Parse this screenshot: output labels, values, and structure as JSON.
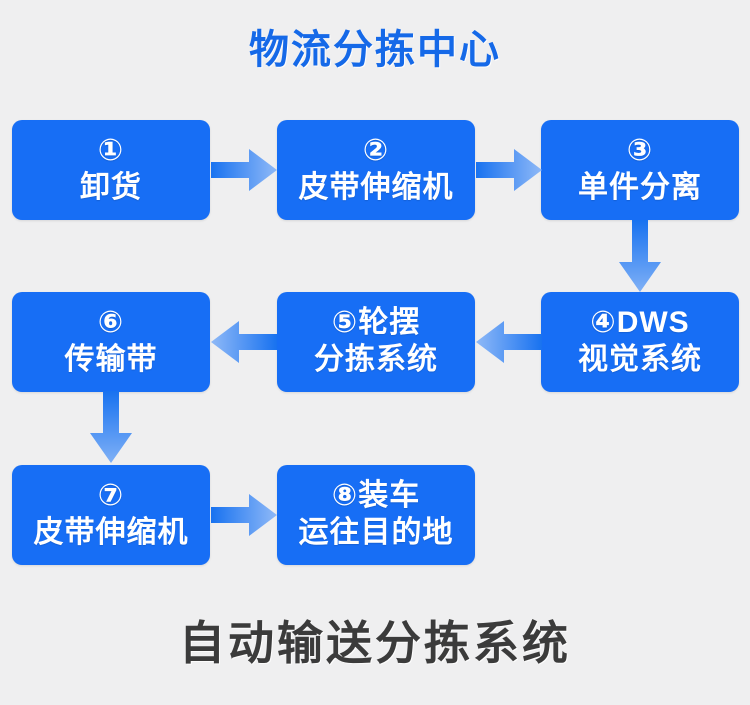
{
  "header": {
    "title": "物流分拣中心"
  },
  "footer": {
    "caption": "自动输送分拣系统"
  },
  "colors": {
    "background": "#efeff0",
    "box_fill": "#176ef5",
    "box_text": "#ffffff",
    "title_blue": "#1569e8",
    "caption_gray": "#3b3b3b",
    "arrow_dark": "#1872f0",
    "arrow_light": "#8ab6f6"
  },
  "flow": {
    "nodes": [
      {
        "id": "node-1",
        "number": "①",
        "line1": "①",
        "line2": "卸货",
        "label": "①卸货"
      },
      {
        "id": "node-2",
        "number": "②",
        "line1": "②",
        "line2": "皮带伸缩机",
        "label": "②皮带伸缩机"
      },
      {
        "id": "node-3",
        "number": "③",
        "line1": "③",
        "line2": "单件分离",
        "label": "③单件分离"
      },
      {
        "id": "node-4",
        "number": "④",
        "line1": "④DWS",
        "line2": "视觉系统",
        "label": "④DWS视觉系统"
      },
      {
        "id": "node-5",
        "number": "⑤",
        "line1": "⑤轮摆",
        "line2": "分拣系统",
        "label": "⑤轮摆分拣系统"
      },
      {
        "id": "node-6",
        "number": "⑥",
        "line1": "⑥",
        "line2": "传输带",
        "label": "⑥传输带"
      },
      {
        "id": "node-7",
        "number": "⑦",
        "line1": "⑦",
        "line2": "皮带伸缩机",
        "label": "⑦皮带伸缩机"
      },
      {
        "id": "node-8",
        "number": "⑧",
        "line1": "⑧装车",
        "line2": "运往目的地",
        "label": "⑧装车运往目的地"
      }
    ],
    "connectors": [
      {
        "id": "arrow-1-2",
        "from": "①卸货",
        "to": "②皮带伸缩机",
        "direction": "right"
      },
      {
        "id": "arrow-2-3",
        "from": "②皮带伸缩机",
        "to": "③单件分离",
        "direction": "right"
      },
      {
        "id": "arrow-3-4",
        "from": "③单件分离",
        "to": "④DWS视觉系统",
        "direction": "down"
      },
      {
        "id": "arrow-4-5",
        "from": "④DWS视觉系统",
        "to": "⑤轮摆分拣系统",
        "direction": "left"
      },
      {
        "id": "arrow-5-6",
        "from": "⑤轮摆分拣系统",
        "to": "⑥传输带",
        "direction": "left"
      },
      {
        "id": "arrow-6-7",
        "from": "⑥传输带",
        "to": "⑦皮带伸缩机",
        "direction": "down"
      },
      {
        "id": "arrow-7-8",
        "from": "⑦皮带伸缩机",
        "to": "⑧装车运往目的地",
        "direction": "right"
      }
    ]
  }
}
